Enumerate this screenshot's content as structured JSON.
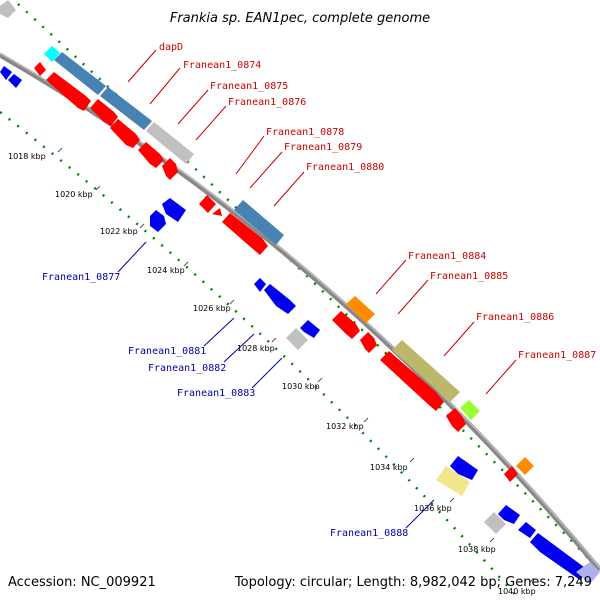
{
  "title": "Frankia sp. EAN1pec, complete genome",
  "footer": {
    "accession": "Accession: NC_009921",
    "summary": "Topology: circular; Length: 8,982,042 bp; Genes: 7,249"
  },
  "ticks": [
    "1018 kbp",
    "1020 kbp",
    "1022 kbp",
    "1024 kbp",
    "1026 kbp",
    "1028 kbp",
    "1030 kbp",
    "1032 kbp",
    "1034 kbp",
    "1036 kbp",
    "1038 kbp",
    "1040 kbp"
  ],
  "gene_labels": {
    "dapD": "dapD",
    "g0874": "Franean1_0874",
    "g0875": "Franean1_0875",
    "g0876": "Franean1_0876",
    "g0877": "Franean1_0877",
    "g0878": "Franean1_0878",
    "g0879": "Franean1_0879",
    "g0880": "Franean1_0880",
    "g0881": "Franean1_0881",
    "g0882": "Franean1_0882",
    "g0883": "Franean1_0883",
    "g0884": "Franean1_0884",
    "g0885": "Franean1_0885",
    "g0886": "Franean1_0886",
    "g0887": "Franean1_0887",
    "g0888": "Franean1_0888"
  },
  "colors": {
    "forward_label": "#cc0000",
    "reverse_label": "#0000aa",
    "backbone": "#888888",
    "gc_dots": "#008800",
    "cds_forward": "#ff0000",
    "cds_reverse": "#0000ee",
    "rna_blue": "#4682b4",
    "gray_feature": "#c0c0c0",
    "orange_feature": "#ff8c00",
    "lime_feature": "#99ff33",
    "khaki_feature": "#bdb76b",
    "pale_feature": "#f0e68c",
    "cyan_feature": "#00ffff",
    "lavender_feature": "#b0b0f0"
  }
}
